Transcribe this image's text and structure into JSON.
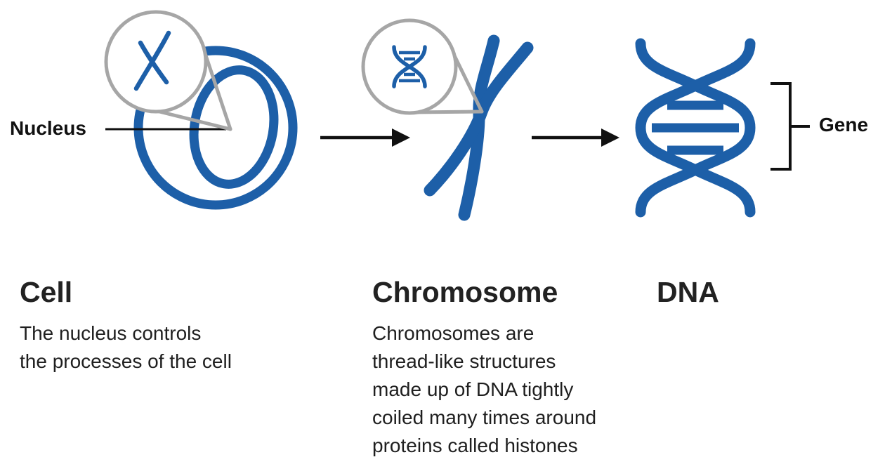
{
  "colors": {
    "primary_blue": "#1d5fa8",
    "magnifier_gray": "#a6a6a6",
    "ink": "#1a1a1a",
    "background": "#ffffff"
  },
  "labels": {
    "nucleus": "Nucleus",
    "gene": "Gene"
  },
  "sections": [
    {
      "title": "Cell",
      "description": "The nucleus controls\nthe processes of the cell"
    },
    {
      "title": "Chromosome",
      "description": "Chromosomes are\nthread-like structures\nmade up of DNA tightly\ncoiled many times around\nproteins called histones"
    },
    {
      "title": "DNA",
      "description": ""
    }
  ],
  "icons": {
    "cell": "cell-icon",
    "nucleus_pointer": "nucleus-pointer-line",
    "magnifier_chromosome": "magnifier-chromosome-icon",
    "chromosome": "chromosome-icon",
    "magnifier_dna": "magnifier-dna-icon",
    "dna": "dna-icon",
    "gene_bracket": "gene-bracket",
    "arrow": "arrow-right-icon"
  }
}
